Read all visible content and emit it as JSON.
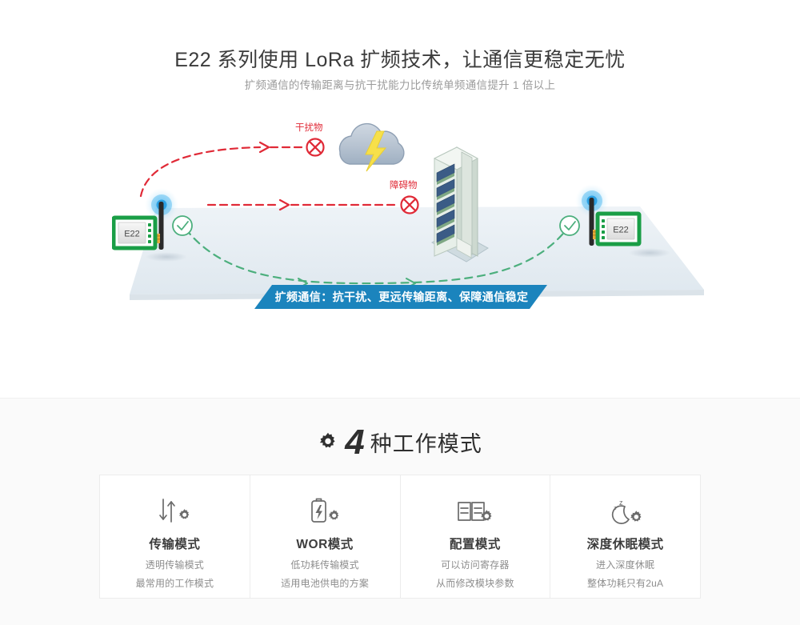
{
  "hero": {
    "title": "E22 系列使用 LoRa 扩频技术，让通信更稳定无忧",
    "subtitle": "扩频通信的传输距离与抗干扰能力比传统单频通信提升 1 倍以上"
  },
  "diagram": {
    "left_module_label": "E22",
    "right_module_label": "E22",
    "interference_label": "干扰物",
    "obstacle_label": "障碍物",
    "blocked_icon": "circle-cross-icon",
    "ok_icon": "circle-check-icon",
    "cloud_icon": "storm-cloud-icon",
    "building_icon": "office-building-icon",
    "antenna_icon": "antenna-signal-icon",
    "colors": {
      "blocked": "#e02a37",
      "ok": "#4caf7d",
      "ribbon": "#1b84bd",
      "module_pcb": "#1a9e46",
      "platform": "#e8eef3"
    }
  },
  "ribbon": {
    "text": "扩频通信：抗干扰、更远传输距离、保障通信稳定"
  },
  "modes": {
    "gear_icon": "gear-icon",
    "count": "4",
    "heading_label": "种工作模式",
    "cards": [
      {
        "icon": "transfer-arrows-gear-icon",
        "title": "传输模式",
        "line1": "透明传输模式",
        "line2": "最常用的工作模式"
      },
      {
        "icon": "battery-bolt-gear-icon",
        "title": "WOR模式",
        "line1": "低功耗传输模式",
        "line2": "适用电池供电的方案"
      },
      {
        "icon": "register-book-gear-icon",
        "title": "配置模式",
        "line1": "可以访问寄存器",
        "line2": "从而修改模块参数"
      },
      {
        "icon": "moon-sleep-gear-icon",
        "title": "深度休眠模式",
        "line1": "进入深度休眠",
        "line2": "整体功耗只有2uA"
      }
    ]
  }
}
